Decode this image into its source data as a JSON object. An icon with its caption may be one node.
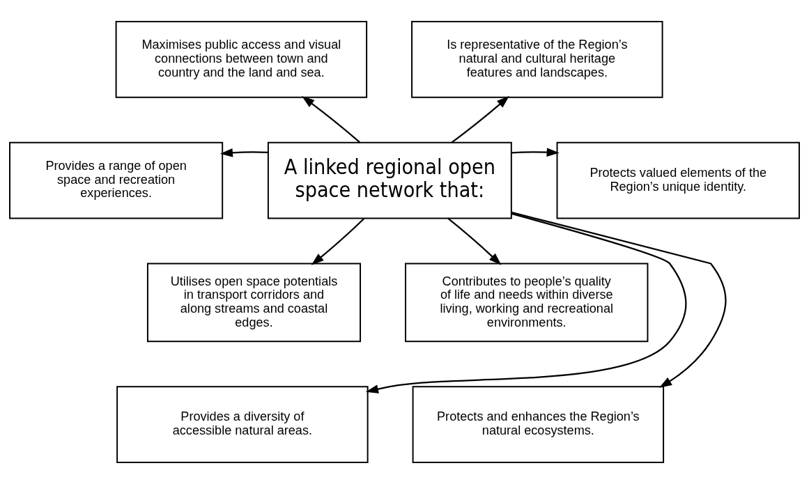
{
  "diagram": {
    "nodes": [
      {
        "text": [
          "Maximises public access and visual connections between town and country and the land and sea."
        ]
      },
      {
        "text": [
          "Is representative of the Region’s natural and cultural heritage features and landscapes."
        ]
      },
      {
        "text": [
          "Provides a range of open space and recreation experiences."
        ]
      },
      {
        "text": [
          "A linked regional open space network that:"
        ]
      },
      {
        "text": [
          "Protects valued elements of the Region’s unique identity."
        ]
      },
      {
        "text": [
          "Utilises open space potentials in transport corridors and along streams and coastal edges."
        ]
      },
      {
        "text": [
          "Contributes to people’s quality of life and needs within diverse living, working and recreational environments."
        ]
      },
      {
        "text": [
          "Provides a diversity of accessible natural areas."
        ]
      },
      {
        "text": [
          "Protects and enhances the Region’s natural ecosystems."
        ]
      }
    ],
    "edges": [
      {
        "from": 3,
        "to": 0,
        "arrow": "to"
      },
      {
        "from": 3,
        "to": 1,
        "arrow": "to"
      },
      {
        "from": 3,
        "to": 2,
        "arrow": "to"
      },
      {
        "from": 3,
        "to": 4,
        "arrow": "to"
      },
      {
        "from": 3,
        "to": 5,
        "arrow": "to"
      },
      {
        "from": 3,
        "to": 6,
        "arrow": "to"
      },
      {
        "from": 3,
        "to": 7,
        "arrow": "to"
      },
      {
        "from": 3,
        "to": 8,
        "arrow": "to"
      }
    ]
  }
}
